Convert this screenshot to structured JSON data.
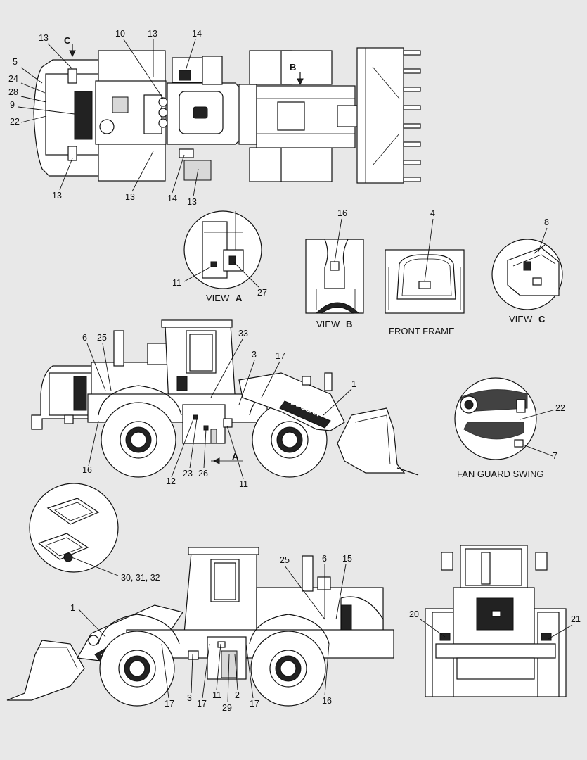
{
  "callouts": {
    "top": [
      "13",
      "10",
      "13",
      "14",
      "5",
      "24",
      "28",
      "9",
      "22",
      "13",
      "13",
      "14",
      "13"
    ],
    "top_markers": {
      "c": "C",
      "b": "B"
    },
    "view_a": {
      "n11": "11",
      "n27": "27",
      "label": "VIEW",
      "letter": "A"
    },
    "view_b": {
      "n16": "16",
      "label": "VIEW",
      "letter": "B"
    },
    "front_frame": {
      "n4": "4",
      "label": "FRONT FRAME"
    },
    "view_c": {
      "n8": "8",
      "label": "VIEW",
      "letter": "C"
    },
    "side_left": [
      "6",
      "25",
      "33",
      "3",
      "17",
      "1",
      "16",
      "12",
      "23",
      "26",
      "11"
    ],
    "side_left_marker": "A",
    "fan_guard": {
      "n22": "22",
      "n7": "7",
      "label": "FAN GUARD SWING"
    },
    "step_detail": {
      "label": "30, 31, 32"
    },
    "side_right": [
      "1",
      "25",
      "6",
      "15",
      "17",
      "3",
      "17",
      "11",
      "29",
      "2",
      "17",
      "16"
    ],
    "rear": {
      "n20": "20",
      "n21": "21"
    }
  },
  "brand": "DOOSAN"
}
